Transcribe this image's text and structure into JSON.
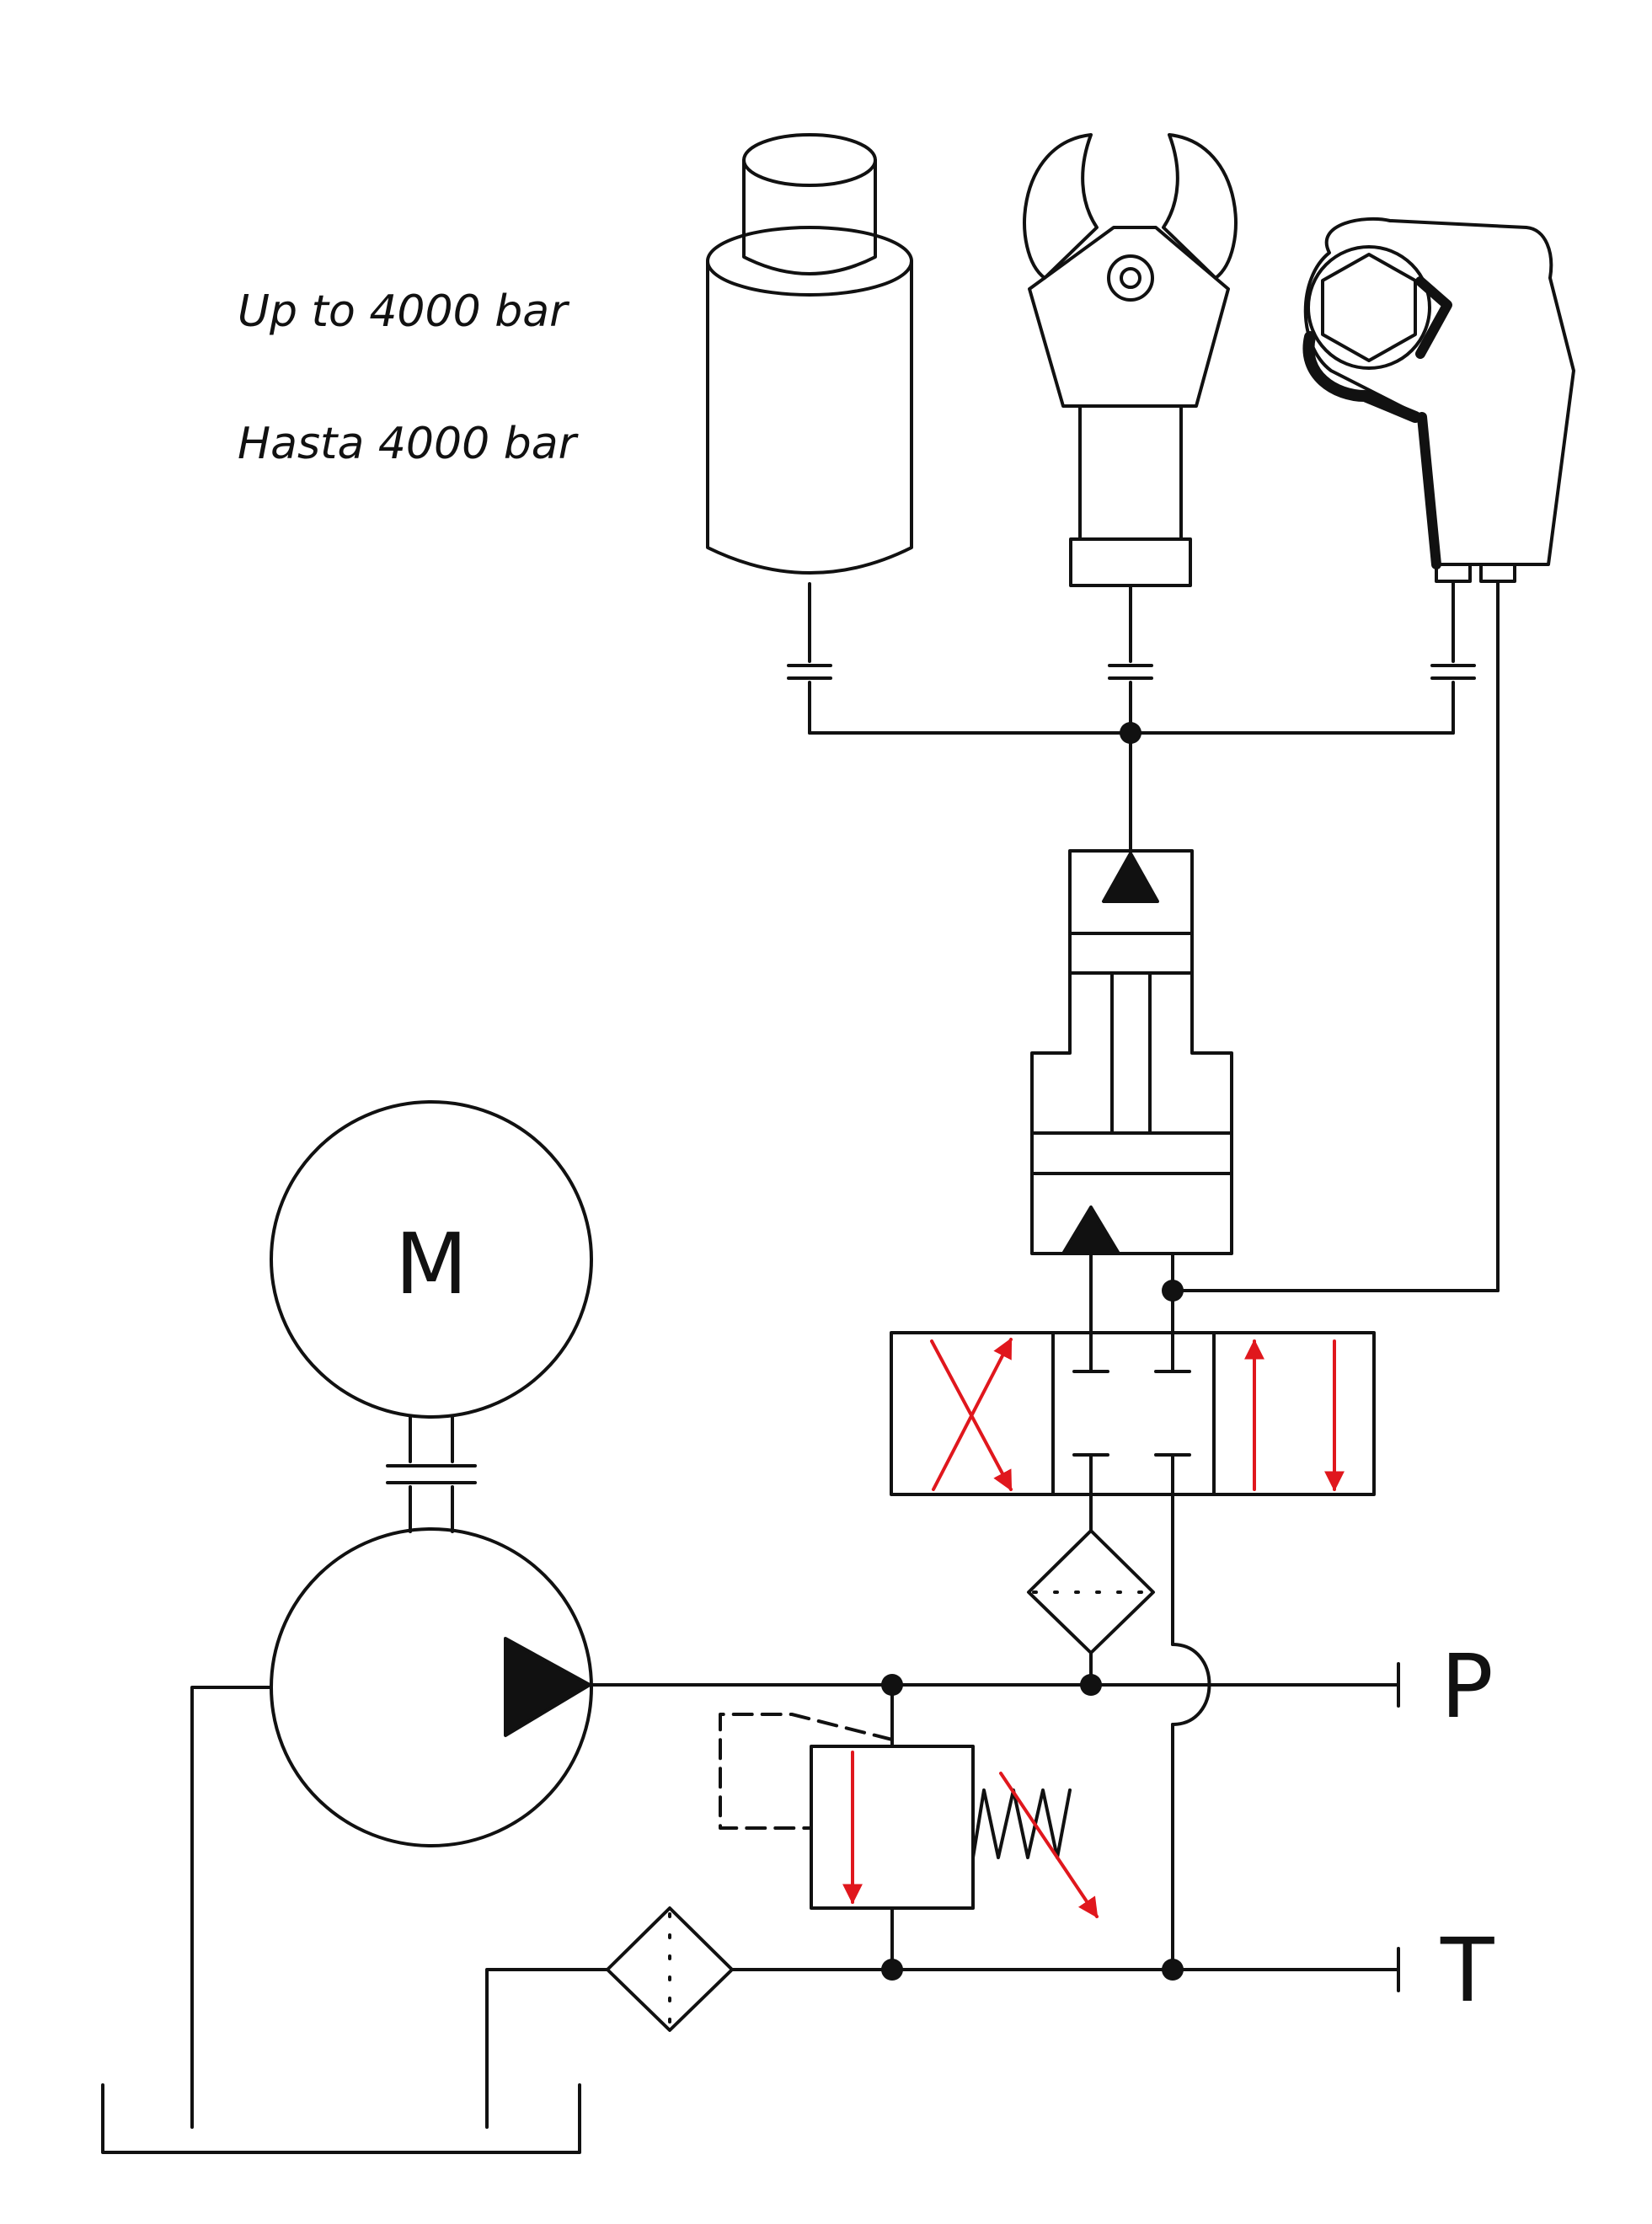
{
  "captions": {
    "english": "Up to 4000 bar",
    "spanish": "Hasta 4000 bar"
  },
  "ports": {
    "pressure": "P",
    "tank": "T"
  },
  "motor": {
    "label": "M"
  },
  "colors": {
    "line": "#111111",
    "flow_arrow": "#e0171d",
    "background": "#ffffff"
  }
}
